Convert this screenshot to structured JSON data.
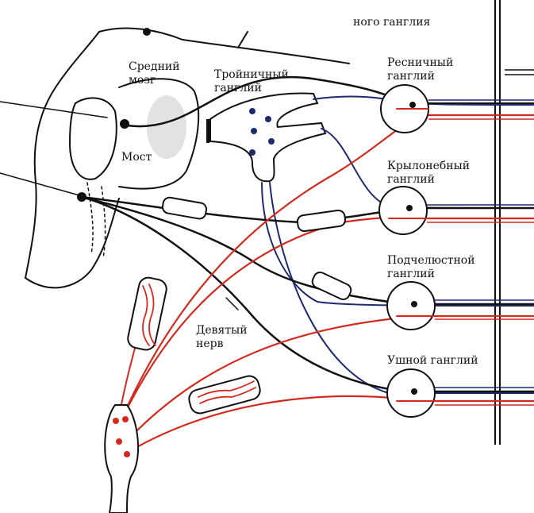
{
  "labels": {
    "top_partial": "ного ганглия",
    "ciliary_1": "Ресничный",
    "ciliary_2": "ганглий",
    "midbrain_1": "Средний",
    "midbrain_2": "мозг",
    "trigeminal_1": "Тройничный",
    "trigeminal_2": "ганглий",
    "pons": "Мост",
    "ptp_1": "Крылонебный",
    "ptp_2": "ганглий",
    "submand_1": "Подчелюстной",
    "submand_2": "ганглий",
    "ninth_1": "Девятый",
    "ninth_2": "нерв",
    "otic": "Ушной ганглий"
  },
  "colors": {
    "parasympathetic": "#111111",
    "sympathetic": "#d42a1e",
    "sensory": "#1e2a6e"
  }
}
